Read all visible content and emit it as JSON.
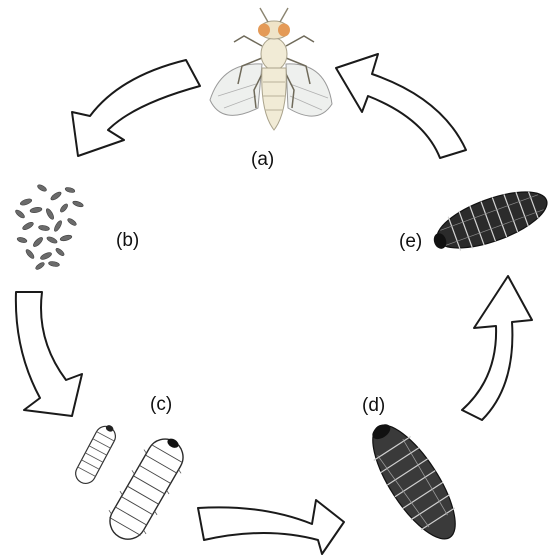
{
  "labels": {
    "a": "(a)",
    "b": "(b)",
    "c": "(c)",
    "d": "(d)",
    "e": "(e)"
  },
  "stages": [
    {
      "id": "a",
      "icon": "adult-fly-icon"
    },
    {
      "id": "b",
      "icon": "egg-cluster-icon"
    },
    {
      "id": "c",
      "icon": "larvae-icon"
    },
    {
      "id": "d",
      "icon": "prepupa-icon"
    },
    {
      "id": "e",
      "icon": "pupa-icon"
    }
  ],
  "colors": {
    "arrow_stroke": "#1a1a1a",
    "arrow_fill": "#ffffff",
    "fly_body": "#f1ebd6",
    "fly_eye": "#e49a57",
    "egg": "#6b6b6b",
    "pupa_dark": "#2b2b2b"
  }
}
